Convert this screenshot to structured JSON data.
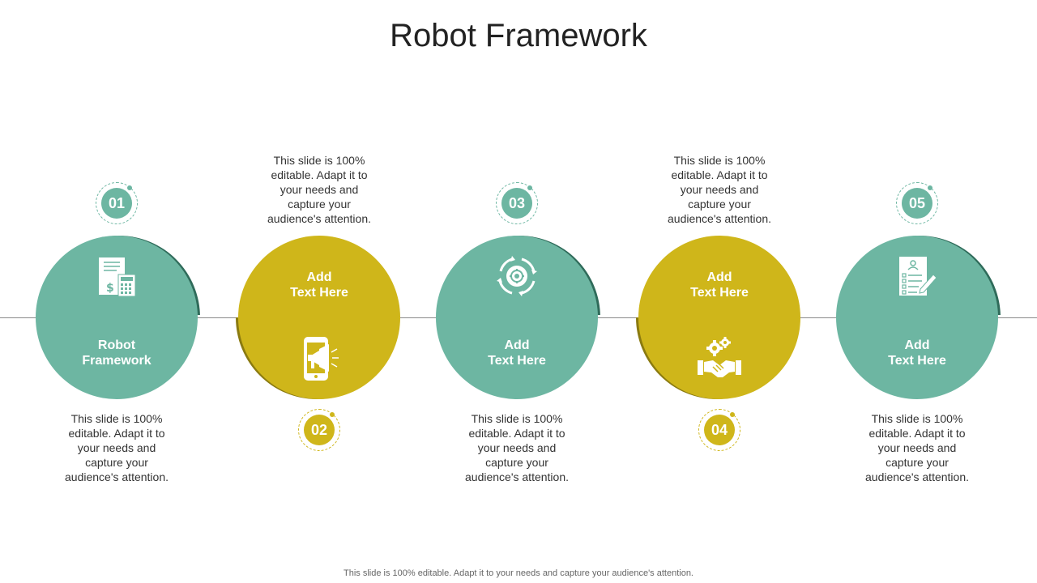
{
  "title": "Robot Framework",
  "footer": "This slide is 100% editable. Adapt it to your needs and capture your audience's attention.",
  "colors": {
    "teal": "#6db6a2",
    "gold": "#cfb61a",
    "teal_shadow": "#2f6b5a",
    "gold_shadow": "#8a7a10"
  },
  "steps": [
    {
      "number": "01",
      "label_line1": "Robot",
      "label_line2": "Framework",
      "icon": "accounting-calculator-icon",
      "desc": [
        "This slide is 100%",
        "editable. Adapt it to",
        "your needs and",
        "capture your",
        "audience's attention."
      ]
    },
    {
      "number": "02",
      "label_line1": "Add",
      "label_line2": "Text Here",
      "icon": "mobile-megaphone-icon",
      "desc": [
        "This slide is 100%",
        "editable. Adapt it to",
        "your needs and",
        "capture your",
        "audience's attention."
      ]
    },
    {
      "number": "03",
      "label_line1": "Add",
      "label_line2": "Text Here",
      "icon": "gear-cycle-icon",
      "desc": [
        "This slide is 100%",
        "editable. Adapt it to",
        "your needs and",
        "capture your",
        "audience's attention."
      ]
    },
    {
      "number": "04",
      "label_line1": "Add",
      "label_line2": "Text Here",
      "icon": "handshake-gears-icon",
      "desc": [
        "This slide is 100%",
        "editable. Adapt it to",
        "your needs and",
        "capture your",
        "audience's attention."
      ]
    },
    {
      "number": "05",
      "label_line1": "Add",
      "label_line2": "Text Here",
      "icon": "form-document-icon",
      "desc": [
        "This slide is 100%",
        "editable. Adapt it to",
        "your needs and",
        "capture your",
        "audience's attention."
      ]
    }
  ]
}
